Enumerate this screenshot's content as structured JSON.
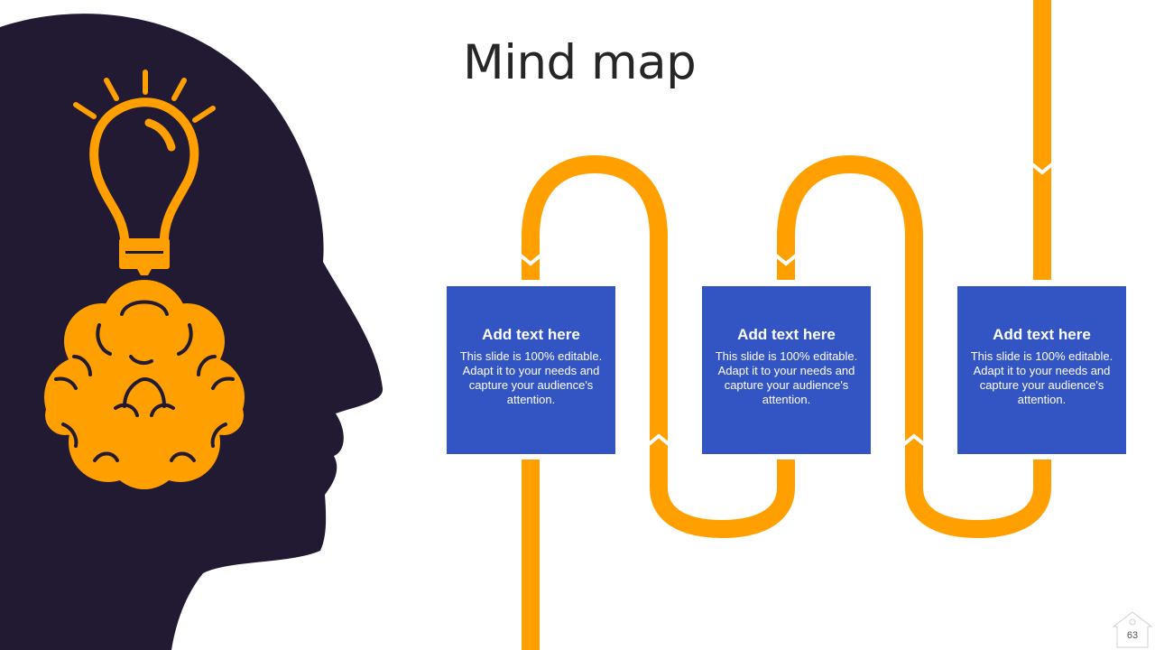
{
  "slide": {
    "title": "Mind map",
    "page_number": "63"
  },
  "colors": {
    "background": "#ffffff",
    "head_silhouette": "#221933",
    "accent_orange": "#ffa000",
    "box_blue": "#3355c3",
    "title_text": "#262626"
  },
  "icons": [
    "head-silhouette-icon",
    "lightbulb-icon",
    "brain-icon",
    "home-icon"
  ],
  "cards": [
    {
      "heading": "Add text here",
      "body": "This slide is 100% editable. Adapt it to your needs and capture your audience's attention."
    },
    {
      "heading": "Add text here",
      "body": "This slide is 100% editable. Adapt it to your needs and capture your audience's attention."
    },
    {
      "heading": "Add text here",
      "body": "This slide is 100% editable. Adapt it to your needs and capture your audience's attention."
    }
  ]
}
